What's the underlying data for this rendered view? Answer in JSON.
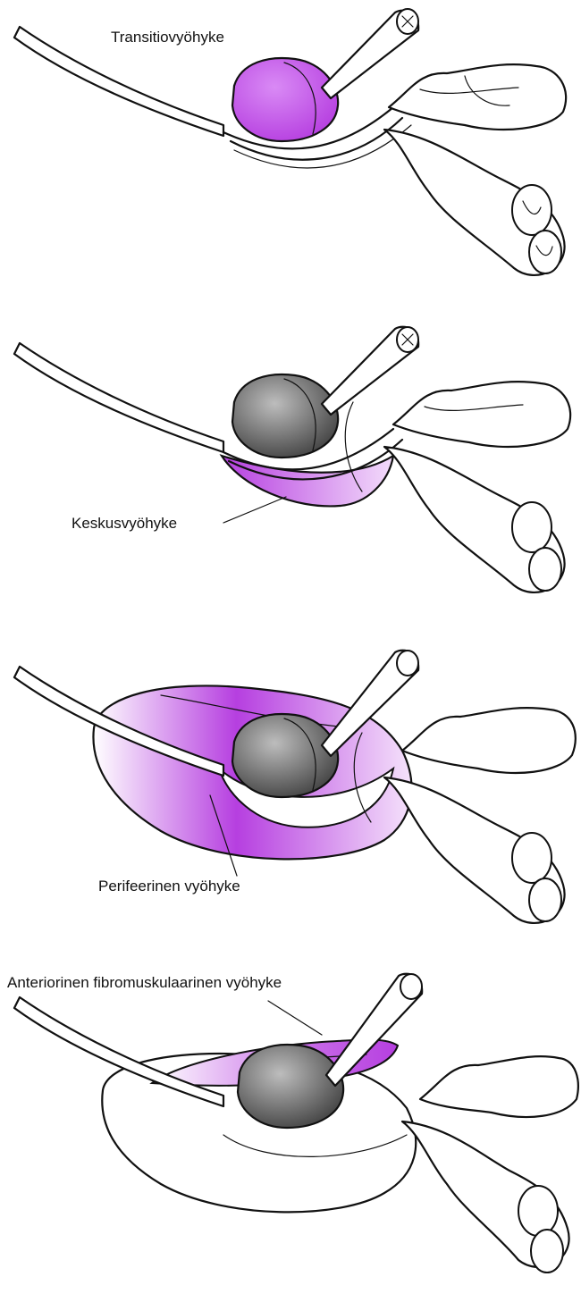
{
  "colors": {
    "highlight": "#b63fe0",
    "highlight_light": "#e6b8f4",
    "gland": "#555555",
    "gland_light": "#cfcfcf",
    "outline": "#111111"
  },
  "panels": [
    {
      "zone": "transition",
      "label": "Transitiovyöhyke"
    },
    {
      "zone": "central",
      "label": "Keskusvyöhyke"
    },
    {
      "zone": "peripheral",
      "label": "Perifeerinen vyöhyke"
    },
    {
      "zone": "anterior",
      "label": "Anteriorinen fibromuskulaarinen vyöhyke"
    }
  ]
}
